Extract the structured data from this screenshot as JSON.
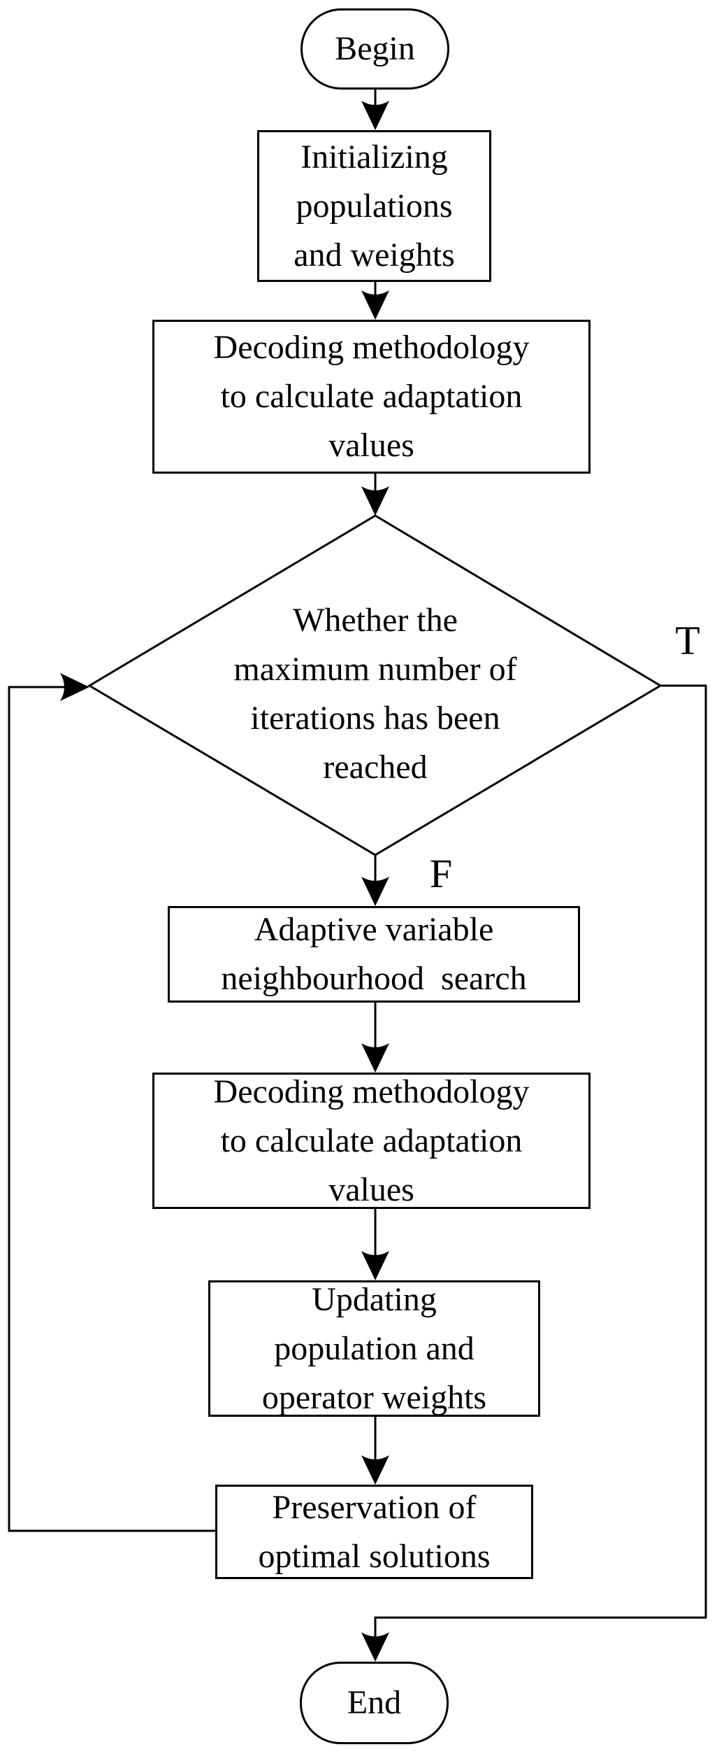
{
  "diagram": {
    "background_color": "#ffffff",
    "stroke_color": "#000000",
    "nodes": {
      "begin": {
        "type": "terminator",
        "lines": [
          "Begin"
        ]
      },
      "init_populations": {
        "type": "process",
        "lines": [
          "Initializing",
          "populations",
          "and weights"
        ]
      },
      "decode_methodology_1": {
        "type": "process",
        "lines": [
          "Decoding methodology",
          "to calculate adaptation",
          "values"
        ]
      },
      "max_iterations_decision": {
        "type": "decision",
        "lines": [
          "Whether the",
          "maximum number of",
          "iterations has been",
          "reached"
        ]
      },
      "adaptive_search": {
        "type": "process",
        "lines": [
          "Adaptive variable",
          "neighbourhood  search"
        ]
      },
      "decode_methodology_2": {
        "type": "process",
        "lines": [
          "Decoding methodology",
          "to calculate adaptation",
          "values"
        ]
      },
      "update_weights": {
        "type": "process",
        "lines": [
          "Updating",
          "population and",
          "operator weights"
        ]
      },
      "preserve_solutions": {
        "type": "process",
        "lines": [
          "Preservation of",
          "optimal solutions"
        ]
      },
      "end": {
        "type": "terminator",
        "lines": [
          "End"
        ]
      }
    },
    "branch_labels": {
      "true_label": "T",
      "false_label": "F"
    }
  }
}
